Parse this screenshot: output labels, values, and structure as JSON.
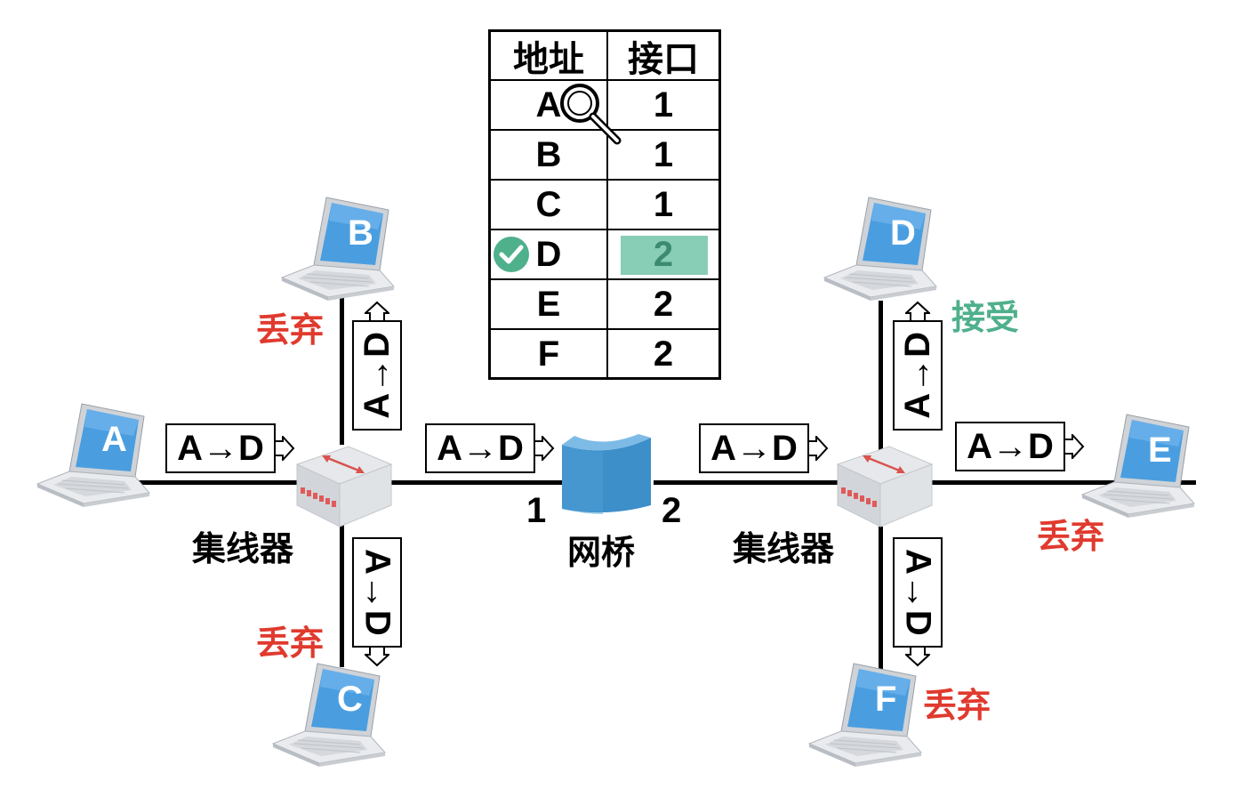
{
  "table": {
    "headers": [
      "地址",
      "接口"
    ],
    "rows": [
      {
        "address": "A",
        "port": "1"
      },
      {
        "address": "B",
        "port": "1"
      },
      {
        "address": "C",
        "port": "1"
      },
      {
        "address": "D",
        "port": "2"
      },
      {
        "address": "E",
        "port": "2"
      },
      {
        "address": "F",
        "port": "2"
      }
    ],
    "lookup_row_icon": "magnifier-icon",
    "match_row_icon": "check-circle-icon",
    "highlight_color": "#88cdb5"
  },
  "hosts": {
    "a": "A",
    "b": "B",
    "c": "C",
    "d": "D",
    "e": "E",
    "f": "F"
  },
  "frame_label": "A→D",
  "devices": {
    "hub_left": "集线器",
    "hub_right": "集线器",
    "bridge": "网桥",
    "bridge_port1": "1",
    "bridge_port2": "2"
  },
  "status": {
    "b": "丢弃",
    "c": "丢弃",
    "d": "接受",
    "e": "丢弃",
    "f": "丢弃"
  },
  "colors": {
    "discard": "#e03a2e",
    "accept": "#4fb08c",
    "laptop_screen": "#4a9ee0"
  }
}
